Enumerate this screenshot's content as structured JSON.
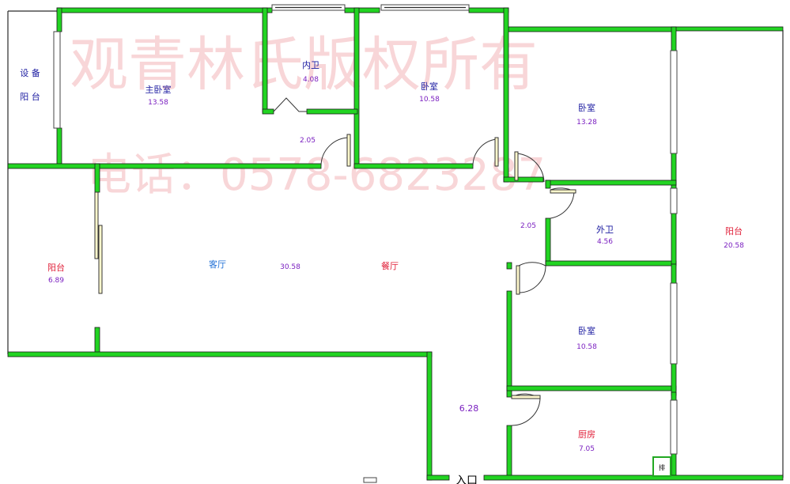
{
  "watermark": {
    "line1": "观青林氏版权所有",
    "line2": "电话：0578-6823287"
  },
  "rooms": [
    {
      "id": "equip-balcony",
      "name_line1": "设 备",
      "name_line2": "阳 台",
      "area": ""
    },
    {
      "id": "master-bedroom",
      "name": "主卧室",
      "area": "13.58"
    },
    {
      "id": "inner-bath",
      "name": "内卫",
      "area": "4.08"
    },
    {
      "id": "bedroom-a",
      "name": "卧室",
      "area": "10.58"
    },
    {
      "id": "bedroom-b",
      "name": "卧室",
      "area": "13.28"
    },
    {
      "id": "outer-bath",
      "name": "外卫",
      "area": "4.56"
    },
    {
      "id": "big-balcony",
      "name": "阳台",
      "area": "20.58"
    },
    {
      "id": "left-balcony",
      "name": "阳台",
      "area": "6.89"
    },
    {
      "id": "living",
      "name": "客厅",
      "area": "30.58"
    },
    {
      "id": "dining",
      "name": "餐厅",
      "area": ""
    },
    {
      "id": "bedroom-c",
      "name": "卧室",
      "area": "10.58"
    },
    {
      "id": "kitchen",
      "name": "厨房",
      "area": "7.05"
    }
  ],
  "corridor_labels": {
    "upper_hall": "2.05",
    "side_hall": "2.05",
    "entry_hall": "6.28"
  },
  "entrance": "入口",
  "duct_symbol": "排",
  "colors": {
    "wall": "#22d422",
    "room_name": "#1a1aa0",
    "balcony_name": "#e0213a",
    "living_name": "#1f6fd6",
    "area": "#7a1fc0",
    "watermark": "#f4b5b9"
  }
}
